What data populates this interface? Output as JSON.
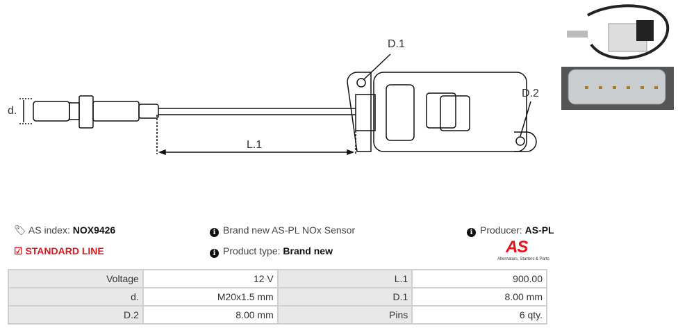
{
  "drawing": {
    "labels": {
      "d": "d.",
      "d1": "D.1",
      "d2": "D.2",
      "l1": "L.1"
    }
  },
  "info": {
    "as_index_label": "AS index:",
    "as_index_value": "NOX9426",
    "line": "STANDARD LINE",
    "description": "Brand new AS-PL NOx Sensor",
    "product_type_label": "Product type:",
    "product_type_value": "Brand new",
    "producer_label": "Producer:",
    "producer_value": "AS-PL",
    "logo_text": "AS",
    "logo_tagline": "Alternators, Starters & Parts"
  },
  "colors": {
    "accent": "#e3161b"
  },
  "specs": [
    [
      {
        "k": "Voltage",
        "v": "12 V"
      },
      {
        "k": "L.1",
        "v": "900.00"
      }
    ],
    [
      {
        "k": "d.",
        "v": "M20x1.5 mm"
      },
      {
        "k": "D.1",
        "v": "8.00 mm"
      }
    ],
    [
      {
        "k": "D.2",
        "v": "8.00 mm"
      },
      {
        "k": "Pins",
        "v": "6 qty."
      }
    ]
  ]
}
